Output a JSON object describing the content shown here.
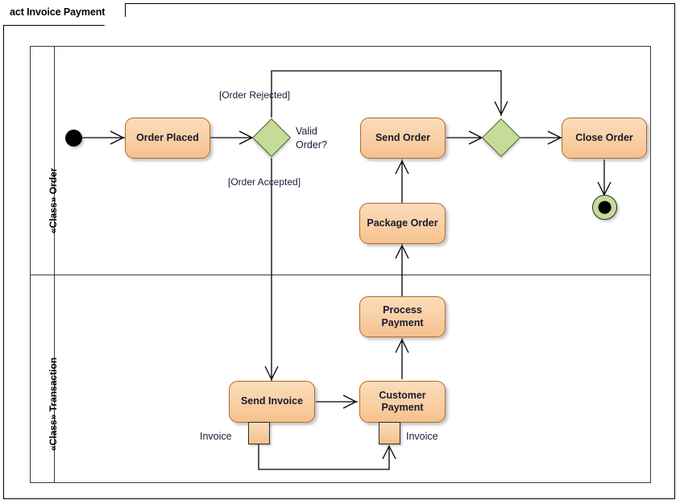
{
  "frame": {
    "title": "act Invoice Payment"
  },
  "lanes": [
    {
      "id": "order",
      "label": "«Class» Order"
    },
    {
      "id": "transaction",
      "label": "«Class» Transaction"
    }
  ],
  "nodes": {
    "initial": {
      "name": "initial-node",
      "label": ""
    },
    "order_placed": {
      "label": "Order Placed"
    },
    "decision": {
      "label": "Valid Order?"
    },
    "send_order": {
      "label": "Send Order"
    },
    "merge": {
      "label": ""
    },
    "close_order": {
      "label": "Close Order"
    },
    "final": {
      "name": "activity-final-node",
      "label": ""
    },
    "package_order": {
      "label": "Package Order"
    },
    "process_payment": {
      "label": "Process Payment"
    },
    "send_invoice": {
      "label": "Send Invoice"
    },
    "customer_payment": {
      "label": "Customer Payment"
    },
    "pin_send_invoice": {
      "label": "Invoice"
    },
    "pin_customer_payment": {
      "label": "Invoice"
    }
  },
  "edge_labels": {
    "rejected": "[Order Rejected]",
    "accepted": "[Order Accepted]"
  },
  "colors": {
    "activity_fill": "#f9cfa4",
    "activity_border": "#b06a28",
    "decision_fill": "#c5dc98",
    "decision_border": "#4f5e32",
    "connector": "#000000",
    "frame_border": "#000000",
    "text": "#1a1a2e"
  }
}
